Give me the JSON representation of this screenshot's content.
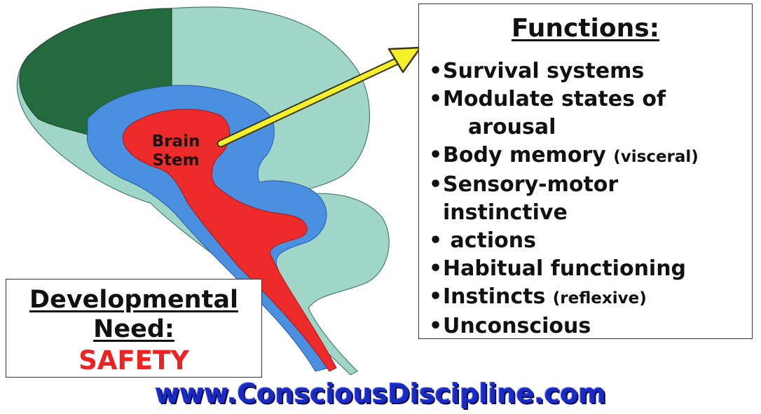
{
  "functions_title": "Functions:",
  "functions": [
    {
      "text": "Survival systems",
      "note": ""
    },
    {
      "text": "Modulate states of",
      "note": ""
    },
    {
      "text": "arousal",
      "note": ""
    },
    {
      "text": "Body memory",
      "note": "(visceral)"
    },
    {
      "text": "Sensory-motor",
      "note": ""
    },
    {
      "text": "instinctive",
      "note": ""
    },
    {
      "text": "actions",
      "note": ""
    },
    {
      "text": "Habitual functioning",
      "note": ""
    },
    {
      "text": "Instincts",
      "note": "(reflexive)"
    },
    {
      "text": "Unconscious",
      "note": ""
    }
  ],
  "brain_label_line1": "Brain",
  "brain_label_line2": "Stem",
  "developmental_title": "Developmental",
  "developmental_need": "Need:",
  "developmental_value": "SAFETY",
  "website": "www.ConsciousDiscipline.com",
  "colors": {
    "outer_brain": "#9fd6c7",
    "frontal_lobe": "#226b3e",
    "middle_layer": "#4a8fe0",
    "brain_stem": "#ee2b2b",
    "arrow": "#f6f02a",
    "safety": "#ee2222",
    "website": "#1a2bbf"
  }
}
